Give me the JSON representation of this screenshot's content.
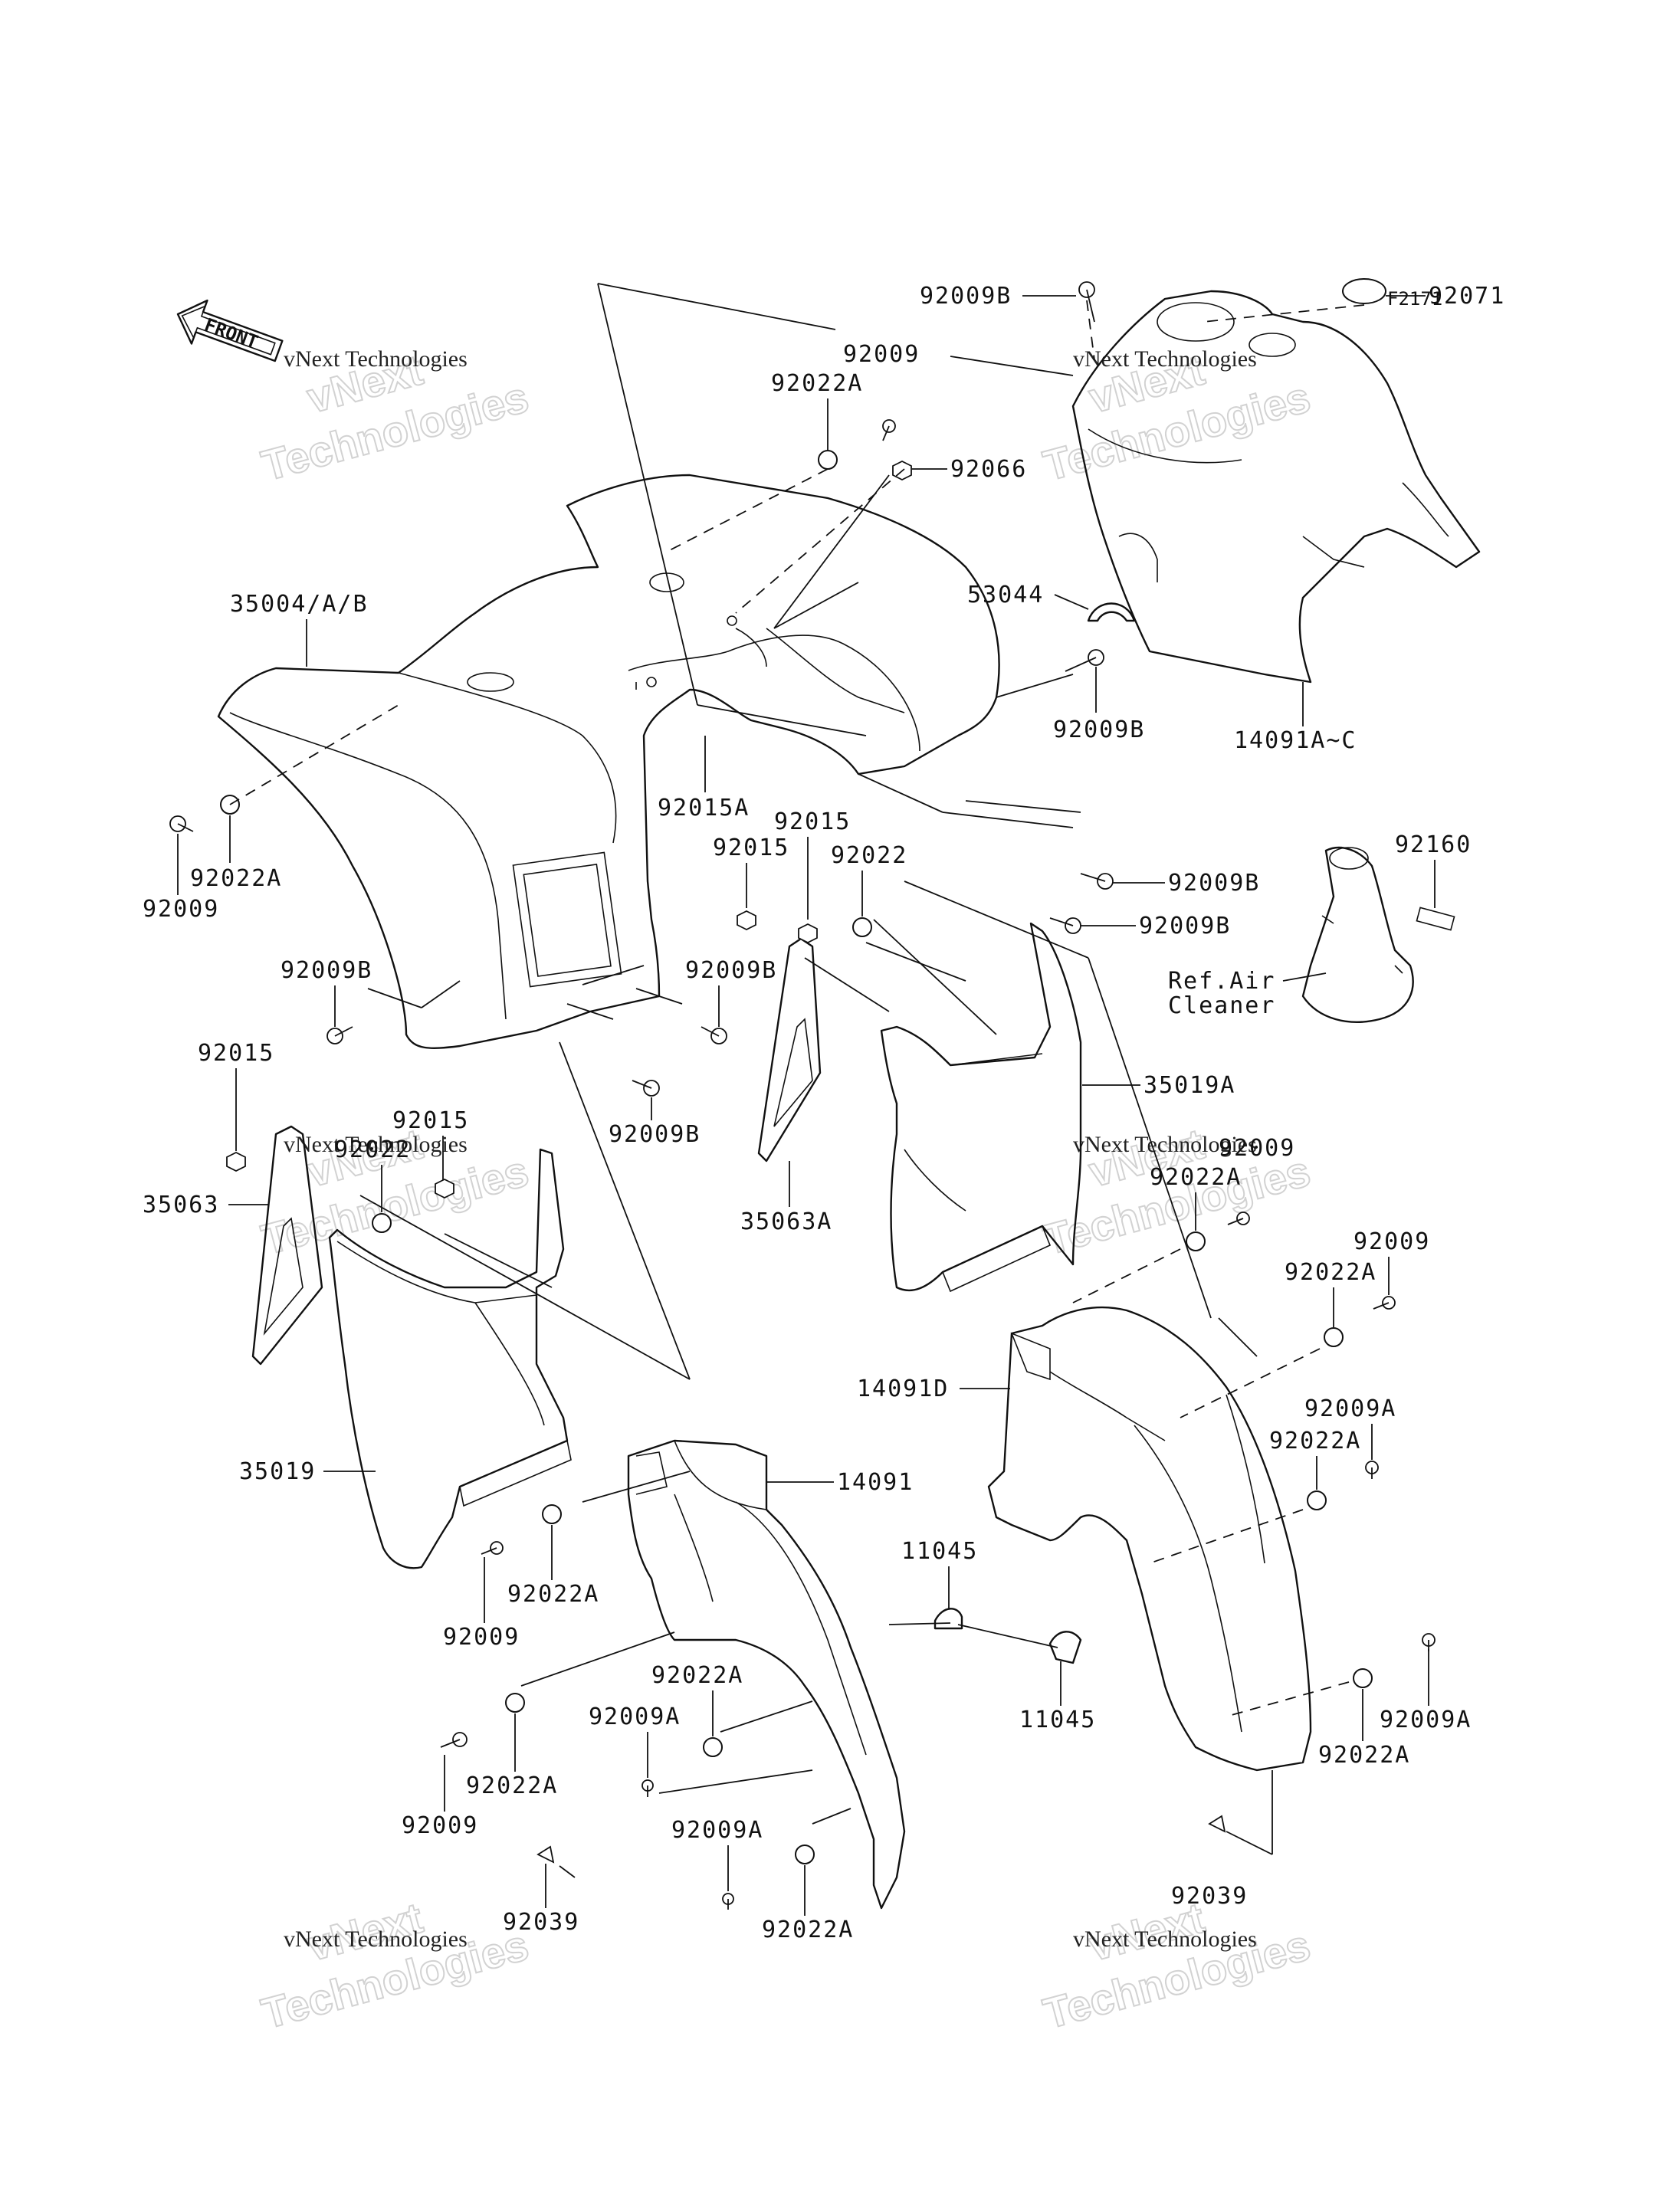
{
  "figure_code": "F2171",
  "front_arrow_label": "FRONT",
  "reference_label": {
    "line1": "Ref.Air",
    "line2": "Cleaner"
  },
  "watermarks": [
    {
      "small": "vNext Technologies",
      "big_line1": "vNext",
      "big_line2": "Technologies"
    },
    {
      "small": "vNext Technologies",
      "big_line1": "vNext",
      "big_line2": "Technologies"
    },
    {
      "small": "vNext Technologies",
      "big_line1": "vNext",
      "big_line2": "Technologies"
    },
    {
      "small": "vNext Technologies",
      "big_line1": "vNext",
      "big_line2": "Technologies"
    },
    {
      "small": "vNext Technologies",
      "big_line1": "vNext",
      "big_line2": "Technologies"
    },
    {
      "small": "vNext Technologies",
      "big_line1": "vNext",
      "big_line2": "Technologies"
    }
  ],
  "part_labels": [
    "92009B",
    "92071",
    "92009",
    "92022A",
    "92066",
    "35004/A/B",
    "53044",
    "92009B",
    "14091A~C",
    "92015A",
    "92015",
    "92015",
    "92022",
    "92022A",
    "92009",
    "92009B",
    "92009B",
    "92160",
    "92009B",
    "92009B",
    "92009B",
    "92015",
    "92022",
    "92015",
    "35063",
    "35063A",
    "35019A",
    "92009",
    "92022A",
    "92009",
    "92022A",
    "14091D",
    "92009A",
    "92022A",
    "35019",
    "14091",
    "11045",
    "92009",
    "92022A",
    "92022A",
    "92009A",
    "11045",
    "92009A",
    "92022A",
    "92009",
    "92022A",
    "92009A",
    "92022A",
    "92039",
    "92039"
  ]
}
